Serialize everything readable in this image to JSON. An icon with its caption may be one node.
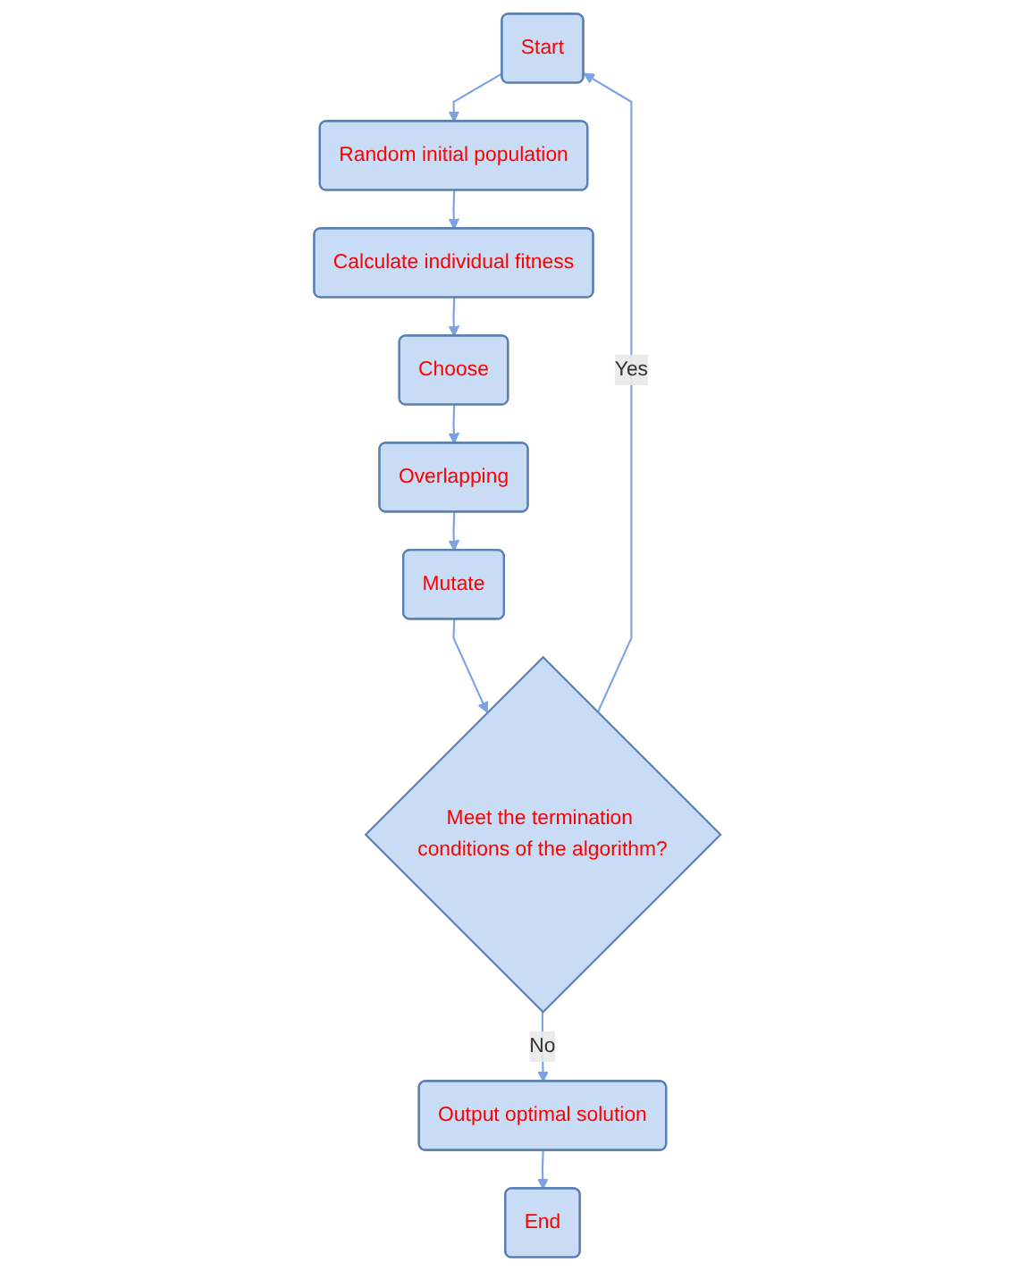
{
  "diagram": {
    "nodes": [
      {
        "text": [
          "Start"
        ]
      },
      {
        "text": [
          "Random initial population"
        ]
      },
      {
        "text": [
          "Calculate individual fitness"
        ]
      },
      {
        "text": [
          "Choose"
        ]
      },
      {
        "text": [
          "Overlapping"
        ]
      },
      {
        "text": [
          "Mutate"
        ]
      },
      {
        "text": [
          "Meet the termination conditions of the algorithm?"
        ]
      },
      {
        "text": [
          "Output optimal solution"
        ]
      },
      {
        "text": [
          "End"
        ]
      }
    ],
    "edges": [
      {
        "from": 0,
        "to": 1,
        "arrow": "to"
      },
      {
        "from": 1,
        "to": 2,
        "arrow": "to"
      },
      {
        "from": 2,
        "to": 3,
        "arrow": "to"
      },
      {
        "from": 3,
        "to": 4,
        "arrow": "to"
      },
      {
        "from": 4,
        "to": 5,
        "arrow": "to"
      },
      {
        "from": 5,
        "to": 6,
        "arrow": "to"
      },
      {
        "from": 6,
        "to": 7,
        "label": "No",
        "arrow": "to"
      },
      {
        "from": 7,
        "to": 8,
        "arrow": "to"
      },
      {
        "from": 6,
        "to": 0,
        "label": "Yes",
        "arrow": "to"
      }
    ]
  }
}
